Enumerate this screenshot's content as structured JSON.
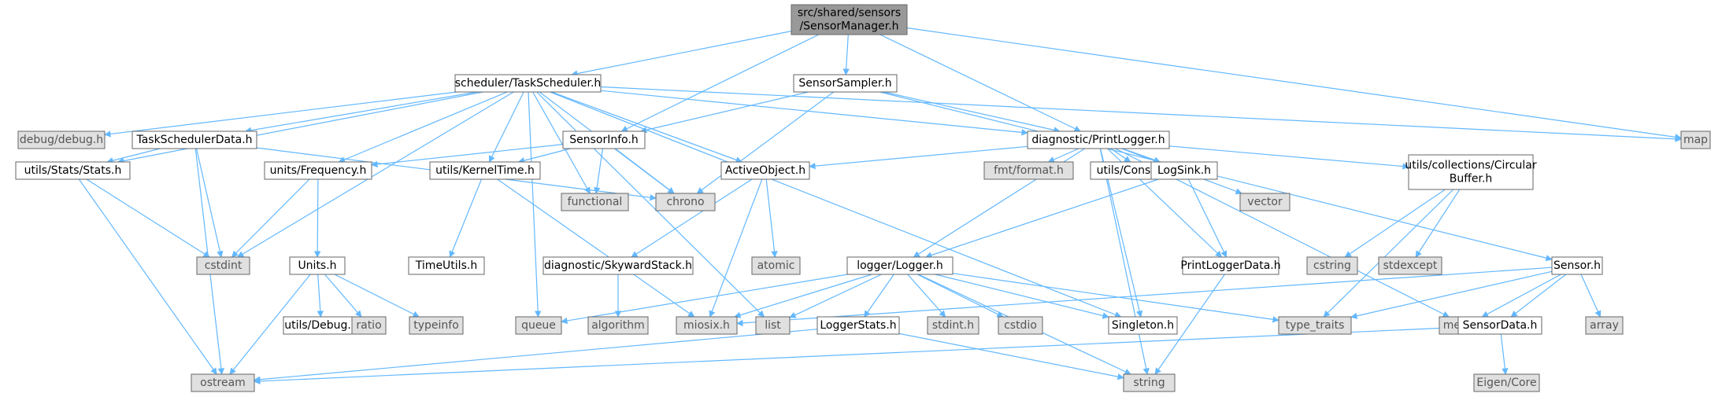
{
  "colors": {
    "edge": "#63b8ff",
    "box_fill": "#ffffff",
    "box_stroke": "#666666",
    "ext_fill": "#e0e0e0",
    "ext_text": "#555555",
    "root_fill": "#999999",
    "text": "#000000"
  },
  "nodes": [
    {
      "id": "root",
      "lines": [
        "src/shared/sensors",
        "/SensorManager.h"
      ],
      "kind": "root"
    },
    {
      "id": "taskscheduler",
      "lines": [
        "scheduler/TaskScheduler.h"
      ],
      "kind": "local"
    },
    {
      "id": "sensorsampler",
      "lines": [
        "SensorSampler.h"
      ],
      "kind": "local"
    },
    {
      "id": "map",
      "lines": [
        "map"
      ],
      "kind": "system"
    },
    {
      "id": "debug",
      "lines": [
        "debug/debug.h"
      ],
      "kind": "system"
    },
    {
      "id": "tsdata",
      "lines": [
        "TaskSchedulerData.h"
      ],
      "kind": "local"
    },
    {
      "id": "sensorinfo",
      "lines": [
        "SensorInfo.h"
      ],
      "kind": "local"
    },
    {
      "id": "printlogger",
      "lines": [
        "diagnostic/PrintLogger.h"
      ],
      "kind": "local"
    },
    {
      "id": "stats",
      "lines": [
        "utils/Stats/Stats.h"
      ],
      "kind": "local"
    },
    {
      "id": "frequency",
      "lines": [
        "units/Frequency.h"
      ],
      "kind": "local"
    },
    {
      "id": "kerneltime",
      "lines": [
        "utils/KernelTime.h"
      ],
      "kind": "local"
    },
    {
      "id": "functional",
      "lines": [
        "functional"
      ],
      "kind": "system"
    },
    {
      "id": "chrono",
      "lines": [
        "chrono"
      ],
      "kind": "system"
    },
    {
      "id": "activeobject",
      "lines": [
        "ActiveObject.h"
      ],
      "kind": "local"
    },
    {
      "id": "fmt",
      "lines": [
        "fmt/format.h"
      ],
      "kind": "system"
    },
    {
      "id": "constants",
      "lines": [
        "utils/Constants.h"
      ],
      "kind": "local"
    },
    {
      "id": "logsink",
      "lines": [
        "LogSink.h"
      ],
      "kind": "local"
    },
    {
      "id": "vector",
      "lines": [
        "vector"
      ],
      "kind": "system"
    },
    {
      "id": "circbuf",
      "lines": [
        "utils/collections/Circular",
        "Buffer.h"
      ],
      "kind": "local"
    },
    {
      "id": "cstdint",
      "lines": [
        "cstdint"
      ],
      "kind": "system"
    },
    {
      "id": "units",
      "lines": [
        "Units.h"
      ],
      "kind": "local"
    },
    {
      "id": "timeutils",
      "lines": [
        "TimeUtils.h"
      ],
      "kind": "local"
    },
    {
      "id": "skyward",
      "lines": [
        "diagnostic/SkywardStack.h"
      ],
      "kind": "local"
    },
    {
      "id": "atomic",
      "lines": [
        "atomic"
      ],
      "kind": "system"
    },
    {
      "id": "logger",
      "lines": [
        "logger/Logger.h"
      ],
      "kind": "local"
    },
    {
      "id": "printloggerdata",
      "lines": [
        "PrintLoggerData.h"
      ],
      "kind": "local"
    },
    {
      "id": "cstring",
      "lines": [
        "cstring"
      ],
      "kind": "system"
    },
    {
      "id": "stdexcept",
      "lines": [
        "stdexcept"
      ],
      "kind": "system"
    },
    {
      "id": "sensor",
      "lines": [
        "Sensor.h"
      ],
      "kind": "local"
    },
    {
      "id": "utilsdebug",
      "lines": [
        "utils/Debug.h"
      ],
      "kind": "local"
    },
    {
      "id": "ratio",
      "lines": [
        "ratio"
      ],
      "kind": "system"
    },
    {
      "id": "typeinfo",
      "lines": [
        "typeinfo"
      ],
      "kind": "system"
    },
    {
      "id": "queue",
      "lines": [
        "queue"
      ],
      "kind": "system"
    },
    {
      "id": "algorithm",
      "lines": [
        "algorithm"
      ],
      "kind": "system"
    },
    {
      "id": "miosix",
      "lines": [
        "miosix.h"
      ],
      "kind": "system"
    },
    {
      "id": "list",
      "lines": [
        "list"
      ],
      "kind": "system"
    },
    {
      "id": "loggerstats",
      "lines": [
        "LoggerStats.h"
      ],
      "kind": "local"
    },
    {
      "id": "stdinth",
      "lines": [
        "stdint.h"
      ],
      "kind": "system"
    },
    {
      "id": "cstdio",
      "lines": [
        "cstdio"
      ],
      "kind": "system"
    },
    {
      "id": "singleton",
      "lines": [
        "Singleton.h"
      ],
      "kind": "local"
    },
    {
      "id": "typetraits",
      "lines": [
        "type_traits"
      ],
      "kind": "system"
    },
    {
      "id": "memory",
      "lines": [
        "memory"
      ],
      "kind": "system"
    },
    {
      "id": "array",
      "lines": [
        "array"
      ],
      "kind": "system"
    },
    {
      "id": "sensordata",
      "lines": [
        "SensorData.h"
      ],
      "kind": "local"
    },
    {
      "id": "ostream",
      "lines": [
        "ostream"
      ],
      "kind": "system"
    },
    {
      "id": "string",
      "lines": [
        "string"
      ],
      "kind": "system"
    },
    {
      "id": "eigen",
      "lines": [
        "Eigen/Core"
      ],
      "kind": "system"
    }
  ],
  "edges": [
    [
      "root",
      "taskscheduler"
    ],
    [
      "root",
      "sensorsampler"
    ],
    [
      "root",
      "sensorinfo"
    ],
    [
      "root",
      "printlogger"
    ],
    [
      "root",
      "map"
    ],
    [
      "taskscheduler",
      "debug"
    ],
    [
      "taskscheduler",
      "tsdata"
    ],
    [
      "taskscheduler",
      "stats"
    ],
    [
      "taskscheduler",
      "frequency"
    ],
    [
      "taskscheduler",
      "kerneltime"
    ],
    [
      "taskscheduler",
      "functional"
    ],
    [
      "taskscheduler",
      "chrono"
    ],
    [
      "taskscheduler",
      "activeobject"
    ],
    [
      "taskscheduler",
      "printlogger"
    ],
    [
      "taskscheduler",
      "cstdint"
    ],
    [
      "taskscheduler",
      "queue"
    ],
    [
      "taskscheduler",
      "list"
    ],
    [
      "taskscheduler",
      "singleton"
    ],
    [
      "taskscheduler",
      "map"
    ],
    [
      "sensorsampler",
      "sensorinfo"
    ],
    [
      "sensorsampler",
      "printlogger"
    ],
    [
      "sensorsampler",
      "chrono"
    ],
    [
      "sensorsampler",
      "sensor"
    ],
    [
      "tsdata",
      "stats"
    ],
    [
      "tsdata",
      "cstdint"
    ],
    [
      "tsdata",
      "ostream"
    ],
    [
      "tsdata",
      "chrono"
    ],
    [
      "sensorinfo",
      "frequency"
    ],
    [
      "sensorinfo",
      "kerneltime"
    ],
    [
      "sensorinfo",
      "functional"
    ],
    [
      "sensorinfo",
      "chrono"
    ],
    [
      "printlogger",
      "activeobject"
    ],
    [
      "printlogger",
      "fmt"
    ],
    [
      "printlogger",
      "constants"
    ],
    [
      "printlogger",
      "logsink"
    ],
    [
      "printlogger",
      "vector"
    ],
    [
      "printlogger",
      "circbuf"
    ],
    [
      "printlogger",
      "logger"
    ],
    [
      "printlogger",
      "printloggerdata"
    ],
    [
      "printlogger",
      "singleton"
    ],
    [
      "printlogger",
      "memory"
    ],
    [
      "printlogger",
      "string"
    ],
    [
      "stats",
      "cstdint"
    ],
    [
      "stats",
      "ostream"
    ],
    [
      "frequency",
      "cstdint"
    ],
    [
      "frequency",
      "units"
    ],
    [
      "kerneltime",
      "timeutils"
    ],
    [
      "kerneltime",
      "miosix"
    ],
    [
      "activeobject",
      "skyward"
    ],
    [
      "activeobject",
      "atomic"
    ],
    [
      "activeobject",
      "miosix"
    ],
    [
      "logsink",
      "logger"
    ],
    [
      "logsink",
      "printloggerdata"
    ],
    [
      "circbuf",
      "cstring"
    ],
    [
      "circbuf",
      "stdexcept"
    ],
    [
      "circbuf",
      "typetraits"
    ],
    [
      "units",
      "utilsdebug"
    ],
    [
      "units",
      "ratio"
    ],
    [
      "units",
      "typeinfo"
    ],
    [
      "units",
      "ostream"
    ],
    [
      "skyward",
      "algorithm"
    ],
    [
      "logger",
      "queue"
    ],
    [
      "logger",
      "miosix"
    ],
    [
      "logger",
      "list"
    ],
    [
      "logger",
      "loggerstats"
    ],
    [
      "logger",
      "stdinth"
    ],
    [
      "logger",
      "cstdio"
    ],
    [
      "logger",
      "singleton"
    ],
    [
      "logger",
      "string"
    ],
    [
      "logger",
      "typetraits"
    ],
    [
      "printloggerdata",
      "string"
    ],
    [
      "loggerstats",
      "ostream"
    ],
    [
      "loggerstats",
      "string"
    ],
    [
      "sensor",
      "miosix"
    ],
    [
      "sensor",
      "typetraits"
    ],
    [
      "sensor",
      "memory"
    ],
    [
      "sensor",
      "array"
    ],
    [
      "sensor",
      "sensordata"
    ],
    [
      "sensordata",
      "ostream"
    ],
    [
      "sensordata",
      "eigen"
    ]
  ]
}
